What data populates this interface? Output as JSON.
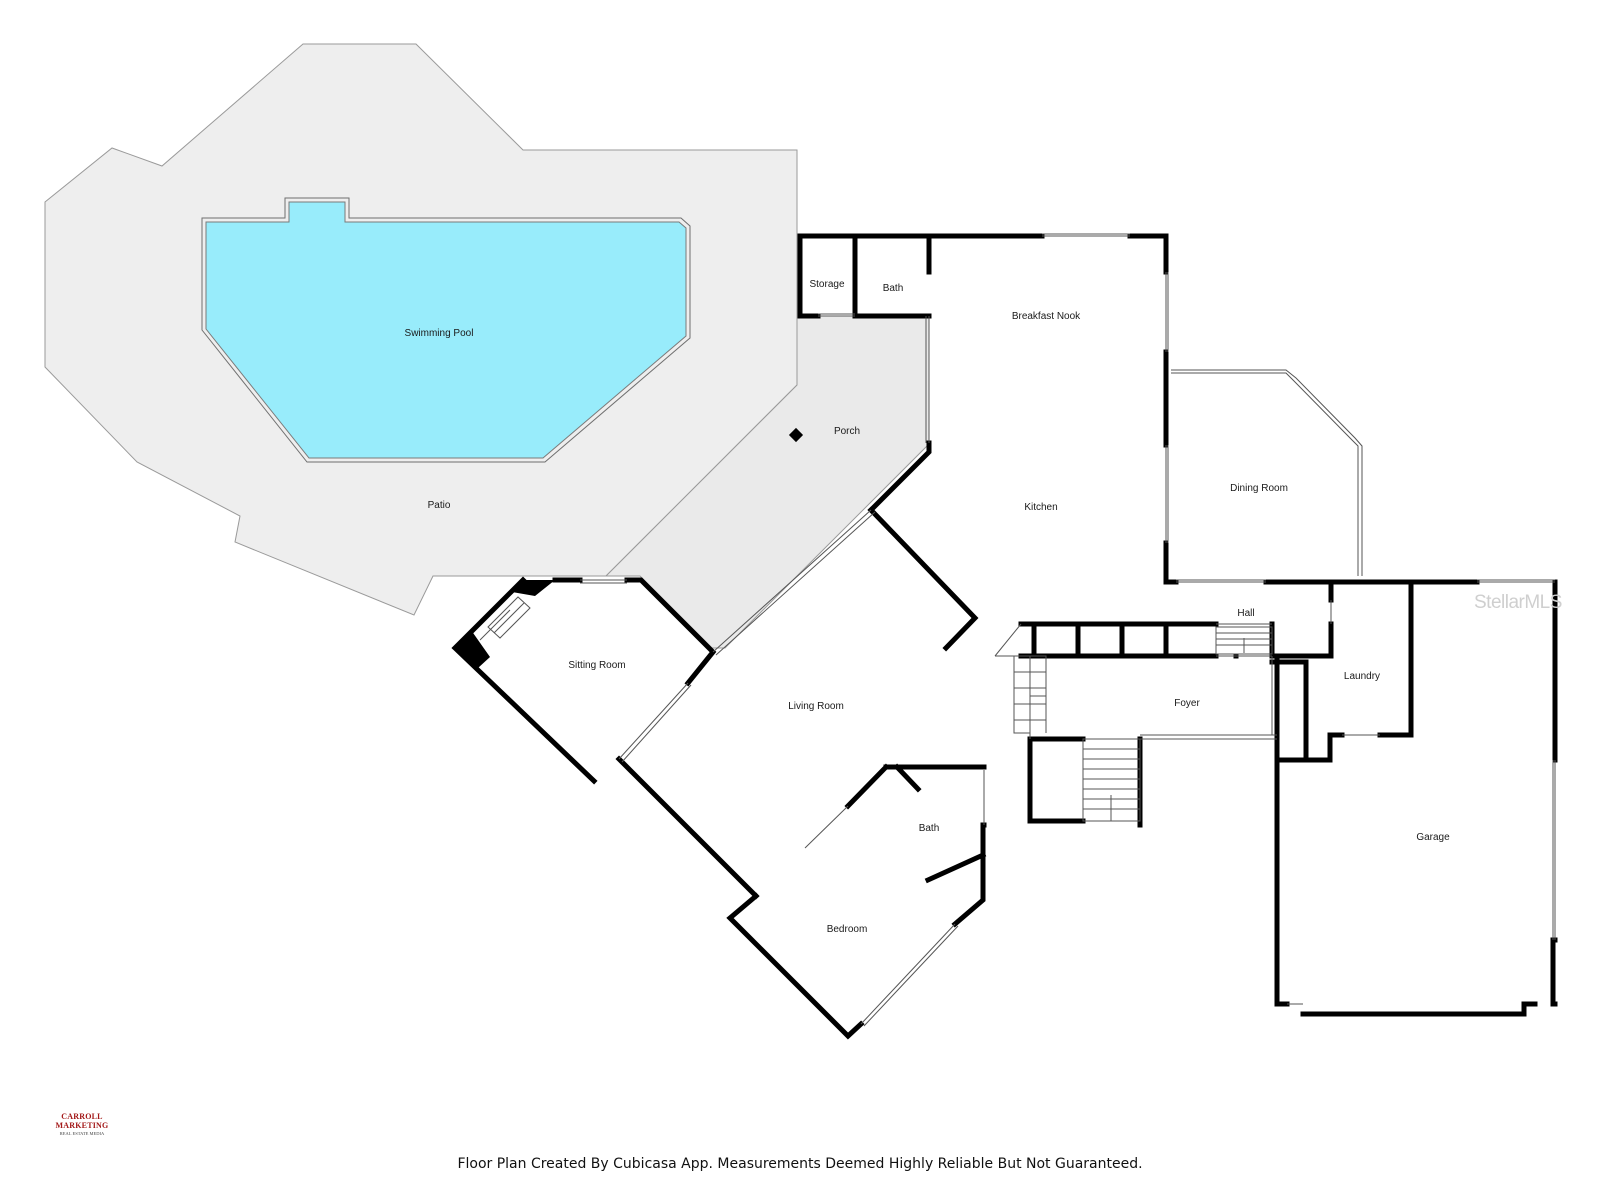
{
  "rooms": {
    "swimming_pool": "Swimming Pool",
    "patio": "Patio",
    "porch": "Porch",
    "storage": "Storage",
    "bath_upper": "Bath",
    "breakfast_nook": "Breakfast Nook",
    "kitchen": "Kitchen",
    "dining_room": "Dining Room",
    "hall": "Hall",
    "sitting_room": "Sitting Room",
    "living_room": "Living Room",
    "foyer": "Foyer",
    "laundry": "Laundry",
    "garage": "Garage",
    "bath_lower": "Bath",
    "bedroom": "Bedroom"
  },
  "footer": {
    "disclaimer": "Floor Plan Created By Cubicasa App. Measurements Deemed Highly Reliable But Not Guaranteed."
  },
  "watermark": "StellarMLS",
  "brand": {
    "name": "CARROLL MARKETING",
    "tagline": "REAL ESTATE MEDIA"
  },
  "colors": {
    "pool": "#98ecfb",
    "patio": "#eeeeee",
    "wall": "#000000",
    "brand_red": "#a31818"
  }
}
